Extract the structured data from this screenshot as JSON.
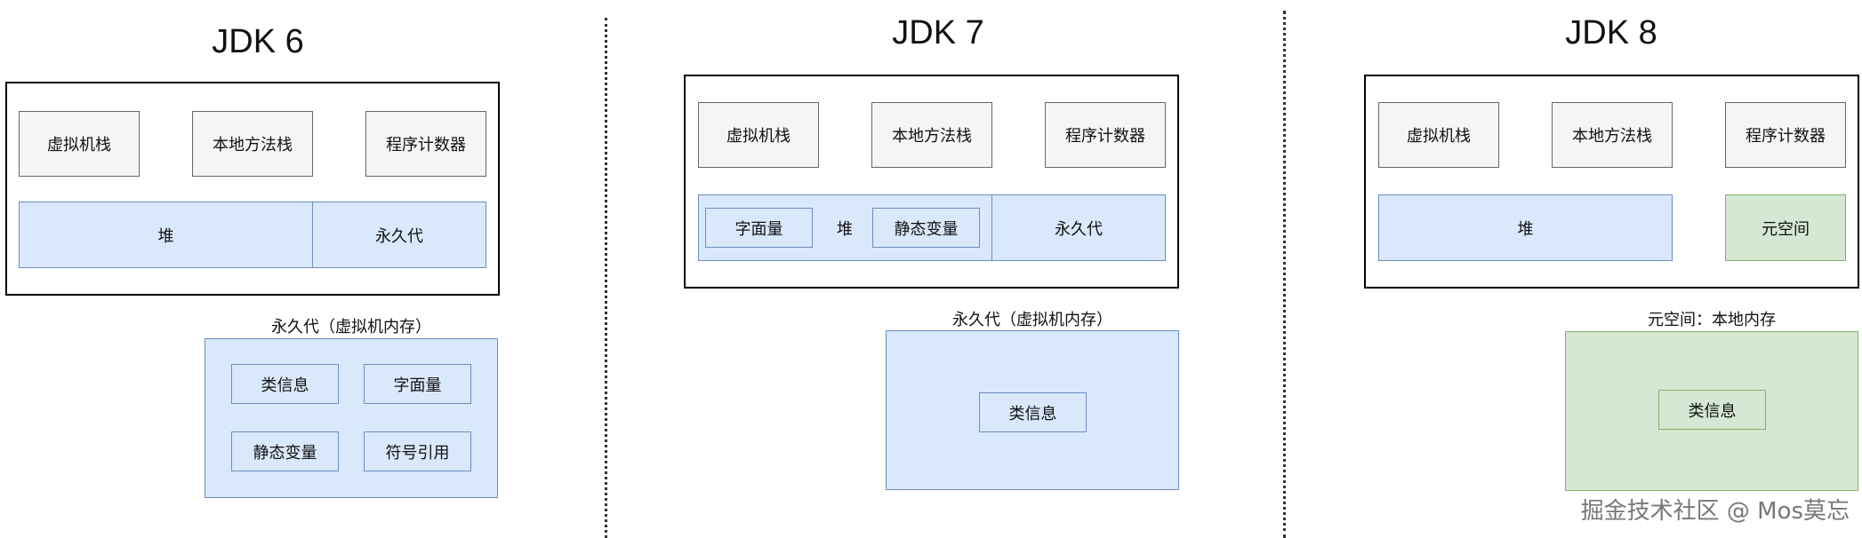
{
  "jdk6": {
    "title": "JDK 6",
    "vm_stack": "虚拟机栈",
    "native_stack": "本地方法栈",
    "pc": "程序计数器",
    "heap": "堆",
    "permgen": "永久代",
    "detail_caption": "永久代（虚拟机内存）",
    "detail_items": [
      "类信息",
      "字面量",
      "静态变量",
      "符号引用"
    ]
  },
  "jdk7": {
    "title": "JDK 7",
    "vm_stack": "虚拟机栈",
    "native_stack": "本地方法栈",
    "pc": "程序计数器",
    "heap": "堆",
    "heap_items": [
      "字面量",
      "静态变量"
    ],
    "permgen": "永久代",
    "detail_caption": "永久代（虚拟机内存）",
    "detail_items": [
      "类信息"
    ]
  },
  "jdk8": {
    "title": "JDK 8",
    "vm_stack": "虚拟机栈",
    "native_stack": "本地方法栈",
    "pc": "程序计数器",
    "heap": "堆",
    "metaspace": "元空间",
    "detail_caption": "元空间：本地内存",
    "detail_items": [
      "类信息"
    ]
  },
  "watermark": "掘金技术社区 @ Mos莫忘",
  "colors": {
    "stack_fill": "#f5f5f5",
    "blue_fill": "#dae8fc",
    "blue_border": "#6c8ebf",
    "green_fill": "#d5e8d4",
    "green_border": "#82b366"
  }
}
